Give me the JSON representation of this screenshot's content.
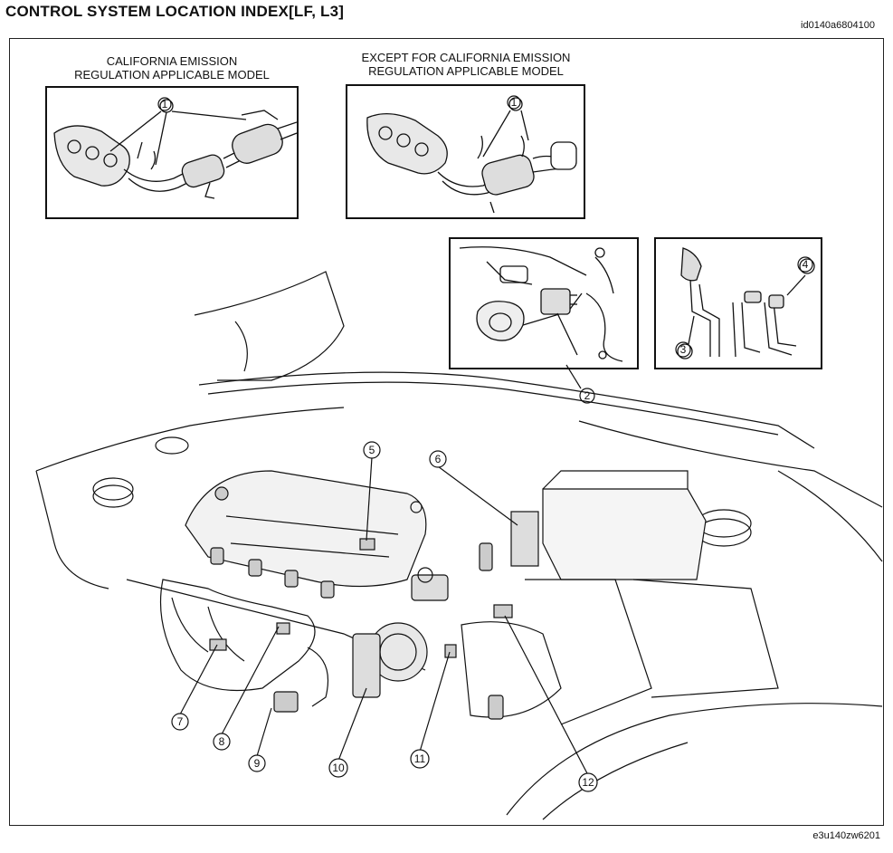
{
  "header": {
    "title": "CONTROL SYSTEM LOCATION INDEX[LF, L3]",
    "doc_id": "id0140a6804100"
  },
  "insets": {
    "california": {
      "caption_line1": "CALIFORNIA EMISSION",
      "caption_line2": "REGULATION APPLICABLE MODEL"
    },
    "except_california": {
      "caption_line1": "EXCEPT FOR CALIFORNIA EMISSION",
      "caption_line2": "REGULATION APPLICABLE MODEL"
    }
  },
  "callouts": [
    "1",
    "1",
    "2",
    "3",
    "4",
    "5",
    "6",
    "7",
    "8",
    "9",
    "10",
    "11",
    "12"
  ],
  "footer": {
    "figure_id": "e3u140zw6201"
  }
}
